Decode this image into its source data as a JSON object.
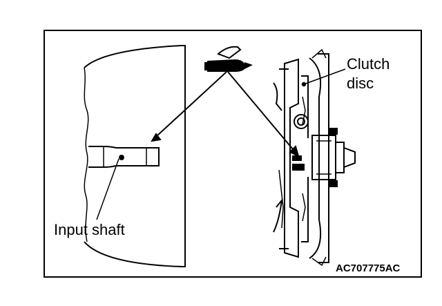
{
  "labels": {
    "clutch_disc_line1": "Clutch",
    "clutch_disc_line2": "disc",
    "input_shaft": "Input shaft",
    "figure_code": "AC707775AC"
  },
  "colors": {
    "ink": "#000000",
    "background": "#ffffff"
  },
  "icons": {
    "grease_gun": "grease-applicator-icon"
  }
}
